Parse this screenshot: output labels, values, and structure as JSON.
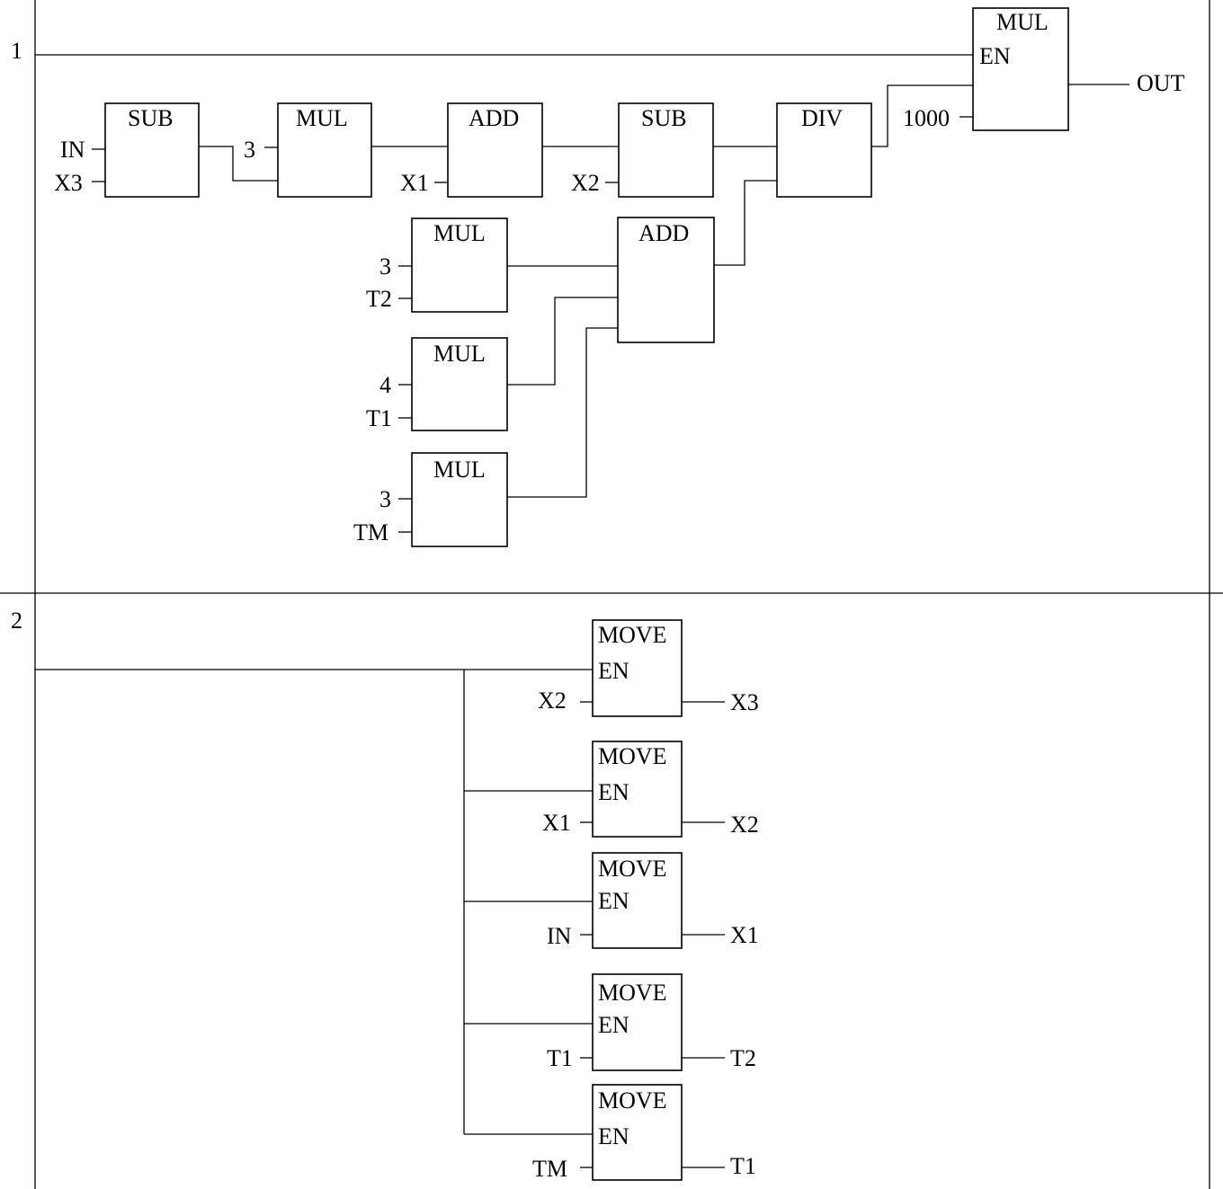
{
  "rungs": [
    {
      "number": "1",
      "blocks": [
        {
          "op": "SUB",
          "inputs": [
            "IN",
            "X3"
          ]
        },
        {
          "op": "MUL",
          "inputs": [
            "3"
          ]
        },
        {
          "op": "ADD",
          "inputs": [
            "X1"
          ]
        },
        {
          "op": "SUB",
          "inputs": [
            "X2"
          ]
        },
        {
          "op": "DIV"
        },
        {
          "op": "MUL",
          "inputs": [
            "3",
            "T2"
          ]
        },
        {
          "op": "MUL",
          "inputs": [
            "4",
            "T1"
          ]
        },
        {
          "op": "MUL",
          "inputs": [
            "3",
            "TM"
          ]
        },
        {
          "op": "ADD"
        },
        {
          "op": "MUL",
          "enable": "EN",
          "inputs": [
            "1000"
          ],
          "output": "OUT"
        }
      ]
    },
    {
      "number": "2",
      "blocks": [
        {
          "op": "MOVE",
          "enable": "EN",
          "input": "X2",
          "output": "X3"
        },
        {
          "op": "MOVE",
          "enable": "EN",
          "input": "X1",
          "output": "X2"
        },
        {
          "op": "MOVE",
          "enable": "EN",
          "input": "IN",
          "output": "X1"
        },
        {
          "op": "MOVE",
          "enable": "EN",
          "input": "T1",
          "output": "T2"
        },
        {
          "op": "MOVE",
          "enable": "EN",
          "input": "TM",
          "output": "T1"
        }
      ]
    }
  ]
}
